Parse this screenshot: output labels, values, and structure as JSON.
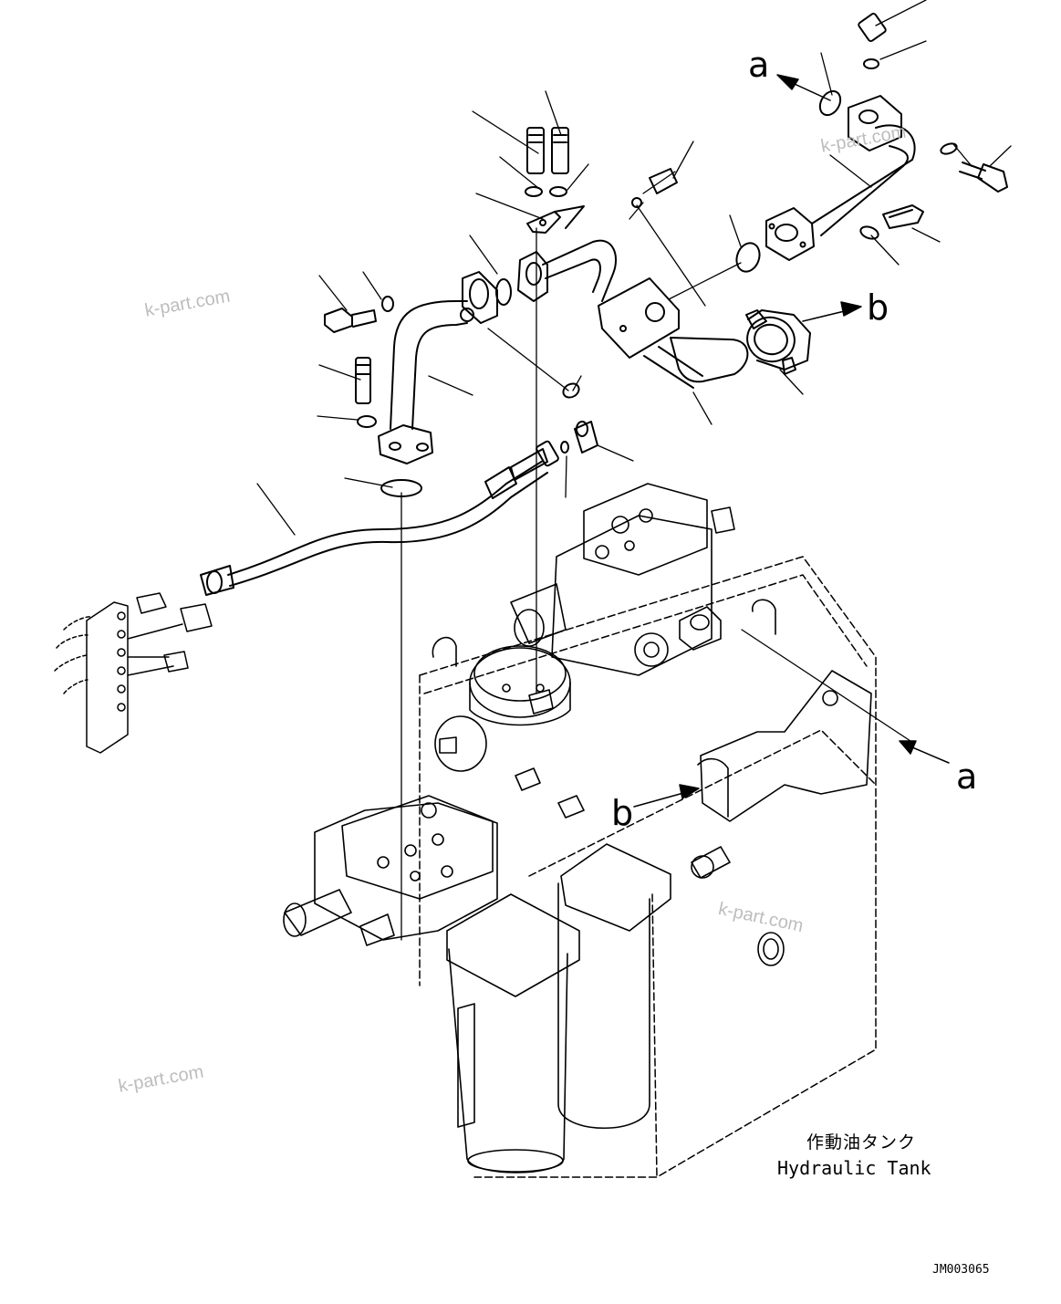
{
  "callouts": {
    "a_top": "a",
    "b_top": "b",
    "a_right": "a",
    "b_mid": "b"
  },
  "tank_label": {
    "japanese": "作動油タンク",
    "english": "Hydraulic Tank"
  },
  "drawing_code": "JM003065",
  "watermarks": [
    "k-part.com",
    "k-part.com",
    "k-part.com",
    "k-part.com"
  ],
  "colors": {
    "line": "#000000",
    "watermark": "#bdbdbd",
    "background": "#ffffff"
  }
}
